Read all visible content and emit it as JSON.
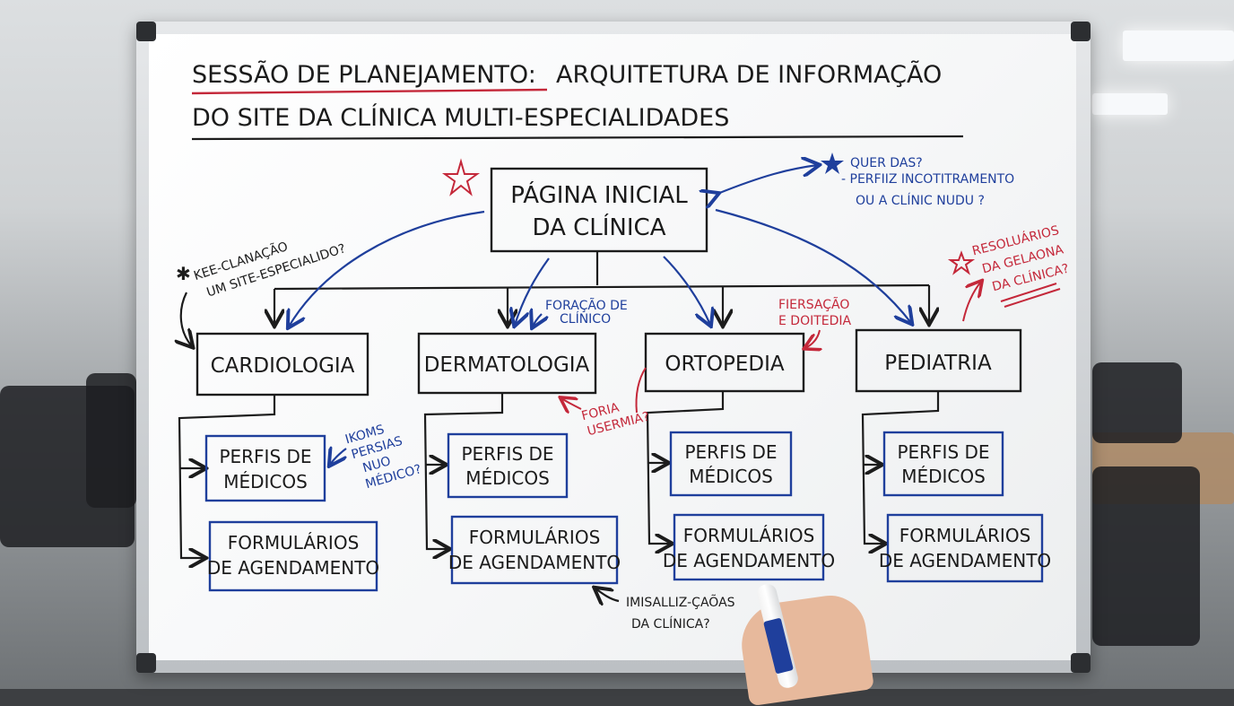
{
  "title": {
    "line1_part1": "SESSÃO DE PLANEJAMENTO:",
    "line1_part2": "ARQUITETURA DE INFORMAÇÃO",
    "line2": "DO SITE DA CLÍNICA MULTI-ESPECIALIDADES"
  },
  "home": {
    "line1": "PÁGINA INICIAL",
    "line2": "DA CLÍNICA"
  },
  "specialties": [
    {
      "label": "CARDIOLOGIA",
      "sub1_line1": "PERFIS DE",
      "sub1_line2": "MÉDICOS",
      "sub2_line1": "FORMULÁRIOS",
      "sub2_line2": "DE AGENDAMENTO"
    },
    {
      "label": "DERMATOLOGIA",
      "sub1_line1": "PERFIS DE",
      "sub1_line2": "MÉDICOS",
      "sub2_line1": "FORMULÁRIOS",
      "sub2_line2": "DE AGENDAMENTO"
    },
    {
      "label": "ORTOPEDIA",
      "sub1_line1": "PERFIS DE",
      "sub1_line2": "MÉDICOS",
      "sub2_line1": "FORMULÁRIOS",
      "sub2_line2": "DE AGENDAMENTO"
    },
    {
      "label": "PEDIATRIA",
      "sub1_line1": "PERFIS DE",
      "sub1_line2": "MÉDICOS",
      "sub2_line1": "FORMULÁRIOS",
      "sub2_line2": "DE AGENDAMENTO"
    }
  ],
  "notes": {
    "top_right": {
      "line1": "QUER DAS?",
      "line2": "- PERFIIZ INCOTITRAMENTO",
      "line3": "OU A CLÍNIC NUDU ?"
    },
    "left": {
      "line1": "KEE-CLANAÇÃO",
      "line2": "UM SITE-ESPECIALIDO?"
    },
    "derm_blue": {
      "line1": "FORAÇÃO DE",
      "line2": "CLÍNICO"
    },
    "ortho_red": {
      "line1": "FIERSAÇÃO",
      "line2": "E DOITEDIA"
    },
    "right_red": {
      "line1": "RESOLUÁRIOS",
      "line2": "DA GELAONA",
      "line3": "DA CLÍNICA?"
    },
    "cardio_blue": {
      "line1": "IKOMS",
      "line2": "PERSIAS",
      "line3": "NUO",
      "line4": "MÉDICO?"
    },
    "derm_red": {
      "line1": "FORIA",
      "line2": "USERMIA?"
    },
    "bottom": {
      "line1": "IMISALLIZ-ÇAÕAS",
      "line2": "DA CLÍNICA?"
    }
  },
  "colors": {
    "ink_black": "#1c1c1c",
    "ink_blue": "#1f3f9c",
    "ink_red": "#c4283a"
  },
  "icons": {
    "star": "star-icon",
    "asterisk": "asterisk-icon"
  }
}
